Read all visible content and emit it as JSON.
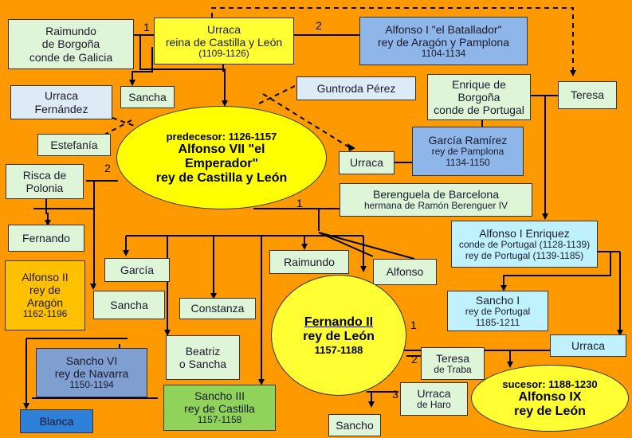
{
  "nodes": {
    "raimundo": {
      "line1": "Raimundo",
      "line2": "de Borgoña",
      "line3": "conde de Galicia"
    },
    "urraca_reina": {
      "line1": "Urraca",
      "line2": "reina de Castilla y León",
      "line3": "(1109-1126)"
    },
    "alfonso_batallador": {
      "line1": "Alfonso I \"el Batallador\"",
      "line2": "rey de Aragón y Pamplona",
      "line3": "1104-1134"
    },
    "urraca_fernandez": {
      "line1": "Urraca",
      "line2": "Fernández"
    },
    "sancha_top": {
      "line1": "Sancha"
    },
    "guntroda": {
      "line1": "Guntroda Pérez"
    },
    "enrique": {
      "line1": "Enrique de",
      "line2": "Borgoña",
      "line3": "conde de Portugal"
    },
    "teresa": {
      "line1": "Teresa"
    },
    "estefania": {
      "line1": "Estefanía"
    },
    "urraca_middle": {
      "line1": "Urraca"
    },
    "garcia_ramirez": {
      "line1": "García Ramírez",
      "line2": "rey de Pamplona",
      "line3": "1134-1150"
    },
    "alfonso_vii": {
      "line1": "predecesor: 1126-1157",
      "line2": "Alfonso VII \"el",
      "line3": "Emperador\"",
      "line4": "rey de Castilla y León"
    },
    "risca": {
      "line1": "Risca de",
      "line2": "Polonia"
    },
    "berenguela": {
      "line1": "Berenguela de Barcelona",
      "line2": "hermana de Ramón Berenguer IV"
    },
    "fernando": {
      "line1": "Fernando"
    },
    "alfonso_enriquez": {
      "line1": "Alfonso I  Enriquez",
      "line2": "conde de Portugal (1128-1139)",
      "line3": "rey de Portugal (1139-1185)"
    },
    "garcia": {
      "line1": "García"
    },
    "raimundo_son": {
      "line1": "Raimundo"
    },
    "alfonso_son": {
      "line1": "Alfonso"
    },
    "alfonso_ii": {
      "line1": "Alfonso II",
      "line2": "rey de",
      "line3": "Aragón",
      "line4": "1162-1196"
    },
    "sancha_lower": {
      "line1": "Sancha"
    },
    "constanza": {
      "line1": "Constanza"
    },
    "sancho_i": {
      "line1": "Sancho I",
      "line2": "rey de Portugal",
      "line3": "1185-1211"
    },
    "fernando_ii": {
      "line1": "Fernando II",
      "line2": "rey de León",
      "line3": "1157-1188"
    },
    "urraca_portugal": {
      "line1": "Urraca"
    },
    "sancho_vi": {
      "line1": "Sancho VI",
      "line2": "rey de Navarra",
      "line3": "1150-1194"
    },
    "beatriz": {
      "line1": "Beatriz",
      "line2": "o Sancha"
    },
    "teresa_traba": {
      "line1": "Teresa",
      "line2": "de Traba"
    },
    "alfonso_ix": {
      "line1": "sucesor: 1188-1230",
      "line2": "Alfonso IX",
      "line3": "rey de León"
    },
    "sancho_iii": {
      "line1": "Sancho III",
      "line2": "rey de Castilla",
      "line3": "1157-1158"
    },
    "urraca_haro": {
      "line1": "Urraca",
      "line2": "de Haro"
    },
    "blanca": {
      "line1": "Blanca"
    },
    "sancho_bottom": {
      "line1": "Sancho"
    }
  },
  "labels": {
    "n1_raimundo": "1",
    "n2_alfonso": "2",
    "n2_risca": "2",
    "n1_berenguela": "1",
    "n1_urraca": "1",
    "n2_teresa": "2",
    "n3_haro": "3"
  },
  "colors": {
    "background": "#ff9900",
    "current_monarch": "#ffff00",
    "navarre": "#8fb6e8",
    "portugal": "#bff1ff",
    "aragon": "#ffc000",
    "castile": "#8fd35a"
  }
}
